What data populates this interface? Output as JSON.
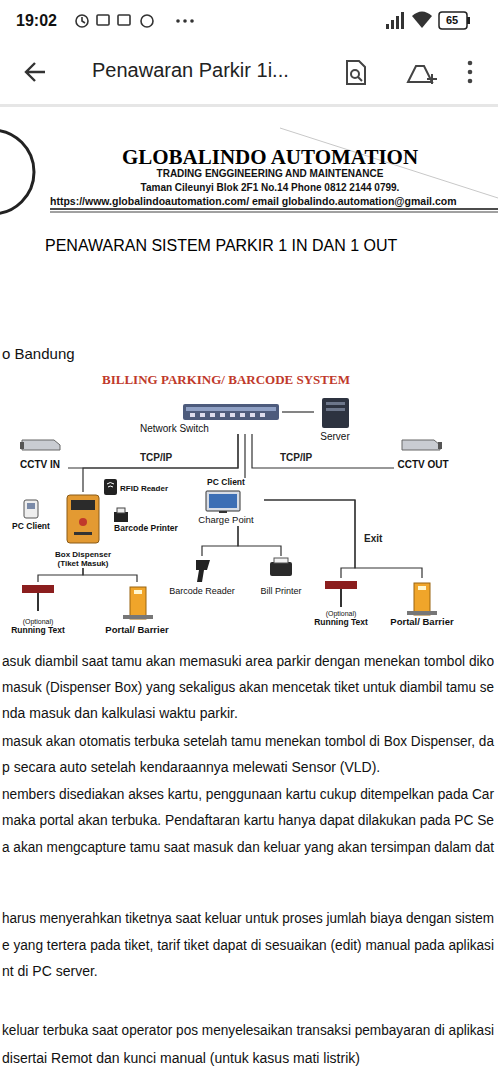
{
  "diagram": {
    "title": "BILLING PARKING/ BARCODE SYSTEM",
    "nodes": [
      {
        "text": [
          "Network Switch"
        ]
      },
      {
        "text": [
          "Server"
        ]
      },
      {
        "text": [
          "CCTV IN"
        ]
      },
      {
        "text": [
          "CCTV OUT"
        ]
      },
      {
        "text": [
          "Box Dispenser (Tiket Masuk)"
        ]
      },
      {
        "text": [
          "RFID Reader"
        ]
      },
      {
        "text": [
          "PC Client"
        ]
      },
      {
        "text": [
          "Barcode Printer"
        ]
      },
      {
        "text": [
          "PC Client",
          "Charge Point"
        ]
      },
      {
        "text": [
          "Barcode Reader"
        ]
      },
      {
        "text": [
          "Bill Printer"
        ]
      },
      {
        "text": [
          "(Optional)",
          "Running Text"
        ]
      },
      {
        "text": [
          "Portal/ Barrier"
        ]
      },
      {
        "text": [
          "(Optional)",
          "Running Text"
        ]
      },
      {
        "text": [
          "Portal/ Barrier"
        ]
      }
    ],
    "edges": [
      {
        "from": 0,
        "to": 1,
        "arrow": "none"
      },
      {
        "from": 0,
        "to": 2,
        "arrow": "none"
      },
      {
        "from": 0,
        "to": 4,
        "arrow": "none"
      },
      {
        "from": 0,
        "to": 3,
        "arrow": "none"
      },
      {
        "from": 0,
        "to": 8,
        "arrow": "none"
      },
      {
        "from": 4,
        "to": 11,
        "arrow": "none"
      },
      {
        "from": 4,
        "to": 12,
        "arrow": "none"
      },
      {
        "from": 8,
        "to": 9,
        "arrow": "none"
      },
      {
        "from": 8,
        "to": 10,
        "arrow": "none"
      },
      {
        "from": 8,
        "to": 13,
        "arrow": "none"
      },
      {
        "from": 8,
        "to": 14,
        "arrow": "none"
      }
    ],
    "labels": [
      "19:02",
      "65",
      "Penawaran Parkir 1i...",
      "GLOBALINDO AUTOMATION",
      "TRADING ENGGINEERING AND MAINTENANCE",
      "Taman Cileunyi Blok 2F1 No.14 Phone 0812 2144 0799.",
      "https://www.globalindoautomation.com/ email globalindo.automation@gmail.com",
      "PENAWARAN SISTEM PARKIR 1 IN DAN 1 OUT",
      "o Bandung",
      "TCP/IP",
      "TCP/IP",
      "Exit",
      "asuk diambil saat tamu akan memasuki area parkir dengan menekan tombol diko",
      "masuk (Dispenser Box) yang sekaligus akan mencetak tiket untuk diambil tamu se",
      "nda masuk dan kalkulasi waktu parkir.",
      "masuk akan otomatis terbuka setelah tamu menekan tombol di Box Dispenser, da",
      "p secara auto setelah kendaraannya melewati Sensor (VLD).",
      "nembers disediakan akses kartu, penggunaan kartu cukup ditempelkan pada Car",
      "maka portal akan terbuka. Pendaftaran kartu hanya dapat dilakukan pada PC Se",
      "a akan mengcapture tamu saat masuk dan keluar yang akan tersimpan dalam dat",
      "harus menyerahkan tiketnya saat keluar untuk proses jumlah biaya dengan sistem",
      "e yang tertera pada tiket, tarif tiket dapat di sesuaikan (edit) manual pada aplikasi",
      "nt di PC server.",
      "keluar terbuka saat operator pos menyelesaikan transaksi pembayaran di aplikasi",
      "disertai Remot dan kunci manual (untuk kasus mati listrik)"
    ]
  }
}
